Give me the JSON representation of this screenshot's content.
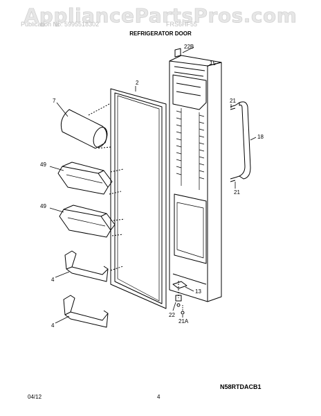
{
  "watermark": "AppliancePartsPros.com",
  "header": {
    "left_text": "Publication No: 5995518302",
    "right_text": "FRS6HF55",
    "title": "REFRIGERATOR DOOR"
  },
  "callouts": {
    "c22b": "22B",
    "c15": "15",
    "c2": "2",
    "c7": "7",
    "c21_top": "21",
    "c18": "18",
    "c49_top": "49",
    "c21_mid": "21",
    "c49_bottom": "49",
    "c13": "13",
    "c4_top": "4",
    "c22": "22",
    "c21a": "21A",
    "c4_bottom": "4"
  },
  "model_code": "N58RTDACB1",
  "footer": {
    "date": "04/12",
    "page": "4"
  }
}
